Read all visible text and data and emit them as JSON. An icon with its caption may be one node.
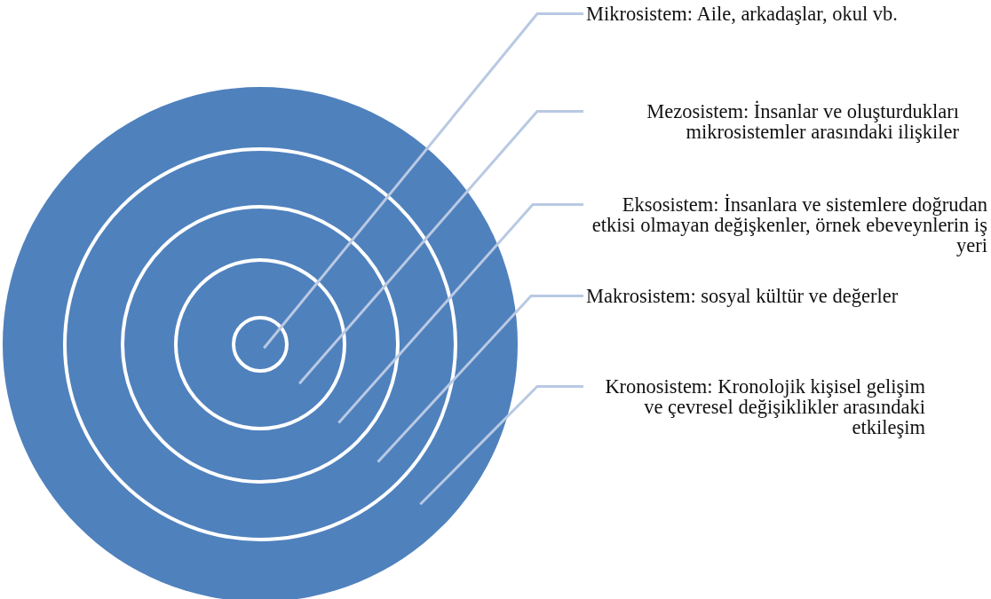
{
  "diagram": {
    "nodes": [
      {
        "text": [
          "Mikrosistem: Aile, arkadaşlar, okul vb."
        ]
      },
      {
        "text": [
          "Mezosistem: İnsanlar ve oluşturdukları mikrosistemler arasındaki ilişkiler"
        ]
      },
      {
        "text": [
          "Eksosistem: İnsanlara ve sistemlere doğrudan etkisi olmayan değişkenler, örnek ebeveynlerin iş yeri"
        ]
      },
      {
        "text": [
          "Makrosistem: sosyal kültür ve değerler"
        ]
      },
      {
        "text": [
          "Kronosistem: Kronolojik kişisel gelişim ve çevresel değişiklikler arasındaki etkileşim"
        ]
      },
      {
        "text": [],
        "shape": "circle"
      },
      {
        "text": [],
        "shape": "circle",
        "in": 5
      },
      {
        "text": [],
        "shape": "circle",
        "in": 6
      },
      {
        "text": [],
        "shape": "circle",
        "in": 7
      },
      {
        "text": [],
        "shape": "circle",
        "in": 8
      }
    ],
    "edges": [
      {
        "from": 0,
        "to": 9,
        "arrow": "none"
      },
      {
        "from": 1,
        "to": 8,
        "arrow": "none"
      },
      {
        "from": 2,
        "to": 7,
        "arrow": "none"
      },
      {
        "from": 3,
        "to": 6,
        "arrow": "none"
      },
      {
        "from": 4,
        "to": 5,
        "arrow": "none"
      }
    ]
  }
}
